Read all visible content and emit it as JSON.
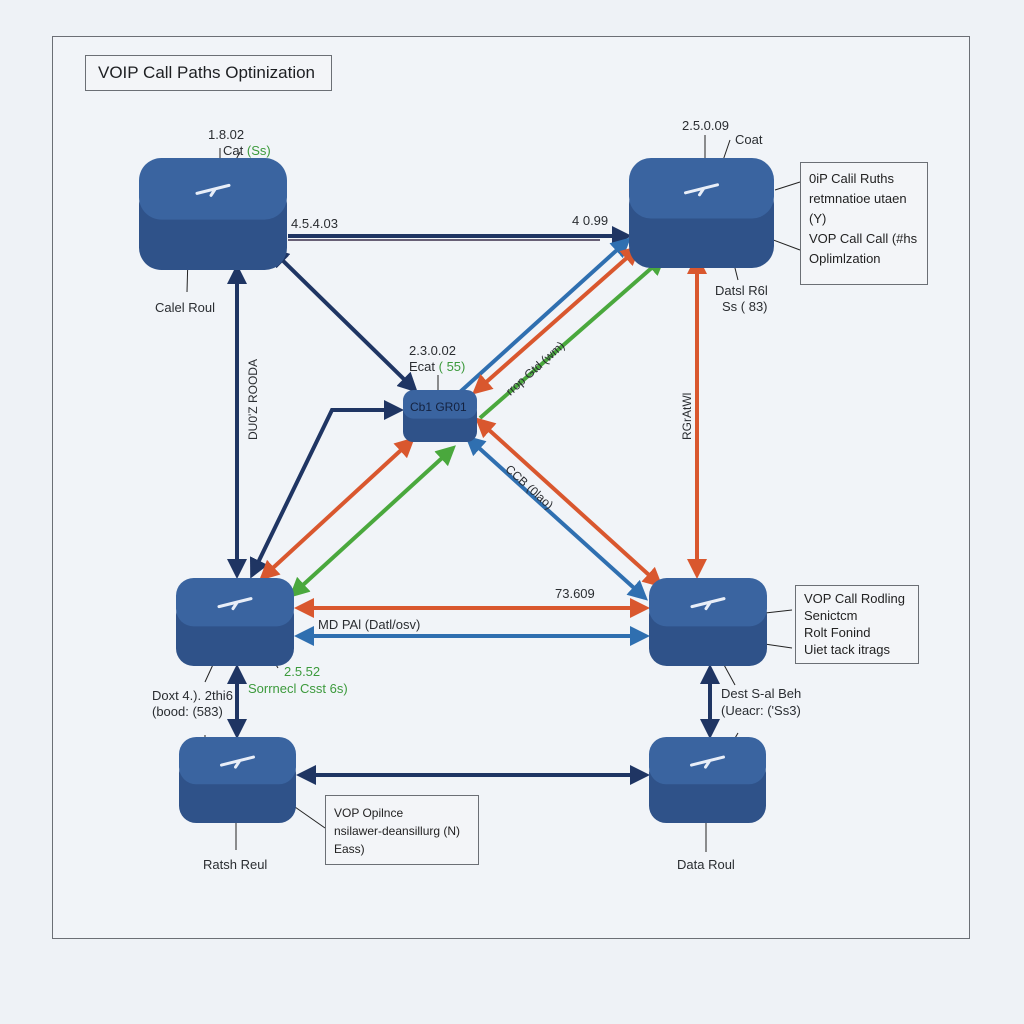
{
  "title": "VOIP Call Paths Optinization",
  "colors": {
    "node": "#2f5289",
    "node_top": "#3a64a0",
    "navy": "#1f3563",
    "orange": "#d9572e",
    "blue": "#2f6fb0",
    "green": "#4aa83d"
  },
  "nodes": {
    "top_left": {
      "ip": "1.8.02",
      "tag": "Cat",
      "tag_green": "(Ss)",
      "caption": "Calel Roul"
    },
    "top_right": {
      "ip": "2.5.0.09",
      "tag": "Coat",
      "caption_line1": "Datsl R6l",
      "caption_line2": "Ss ( 83)"
    },
    "center": {
      "ip": "2.3.0.02",
      "tag": "Ecat",
      "tag_green": "( 55)",
      "label": "Cb1 GR01"
    },
    "mid_left": {
      "ip": "2.5.52",
      "tag": "Sorrnecl Csst 6s)",
      "caption_line1": "Doxt 4.). 2thi6",
      "caption_line2": "(bood: (583)"
    },
    "mid_right": {
      "caption_line1": "Dest S-al Beh",
      "caption_line2": "(Ueacr: ('Ss3)"
    },
    "bottom_left": {
      "caption": "Ratsh Reul"
    },
    "bottom_right": {
      "caption": "Data Roul"
    }
  },
  "edge_labels": {
    "top_link_left": "4.5.4.03",
    "top_link_right": "4 0.99",
    "left_vertical": "DU0'Z ROODA",
    "right_vertical": "RGrAtWl",
    "diag_up": "rrop Gtd (wm)",
    "diag_down": "CCB (0lao)",
    "mid_link_value": "73.609",
    "mid_link_label": "MD PAl (Datl/osv)"
  },
  "notes": {
    "top_right": [
      "0iP Calil Ruths",
      "retmnatioe utaen",
      "(Y)",
      "VOP Call Call (#hs",
      "Oplimlzation"
    ],
    "mid_right": [
      "VOP Call Rodling",
      "Senictcm",
      "Rolt Fonind",
      "Uiet tack itrags"
    ],
    "bottom_center": [
      "VOP Opilnce",
      "nsilawer-deansillurg (N)",
      "Eass)"
    ]
  }
}
